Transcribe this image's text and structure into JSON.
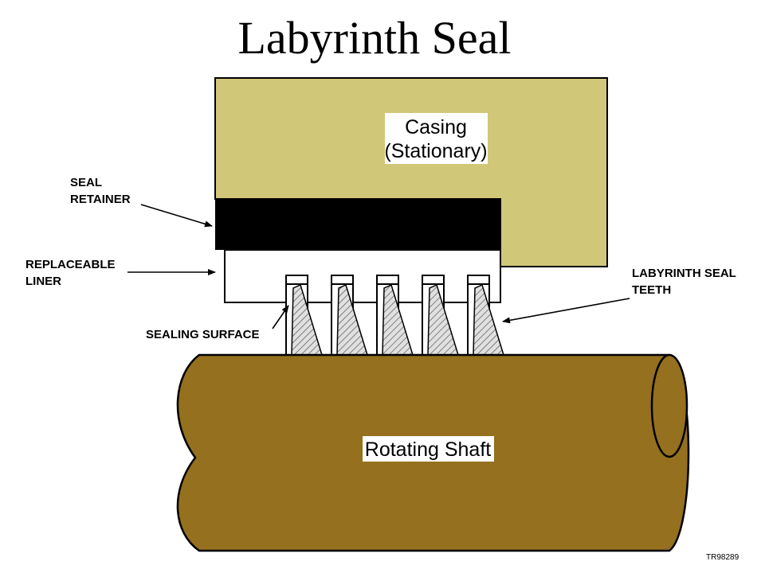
{
  "title": "Labyrinth Seal",
  "labels": {
    "casing_line1": "Casing",
    "casing_line2": "(Stationary)",
    "seal_retainer_line1": "SEAL",
    "seal_retainer_line2": "RETAINER",
    "replaceable_liner_line1": "REPLACEABLE",
    "replaceable_liner_line2": "LINER",
    "sealing_surface": "SEALING SURFACE",
    "teeth_line1": "LABYRINTH SEAL",
    "teeth_line2": "TEETH",
    "shaft": "Rotating Shaft"
  },
  "reference_code": "TR98289",
  "colors": {
    "casing": "#d0c878",
    "retainer": "#000000",
    "liner": "#ffffff",
    "teeth": "#e0e0e0",
    "shaft": "#94701f",
    "outline": "#000000"
  },
  "teeth_count": 5
}
